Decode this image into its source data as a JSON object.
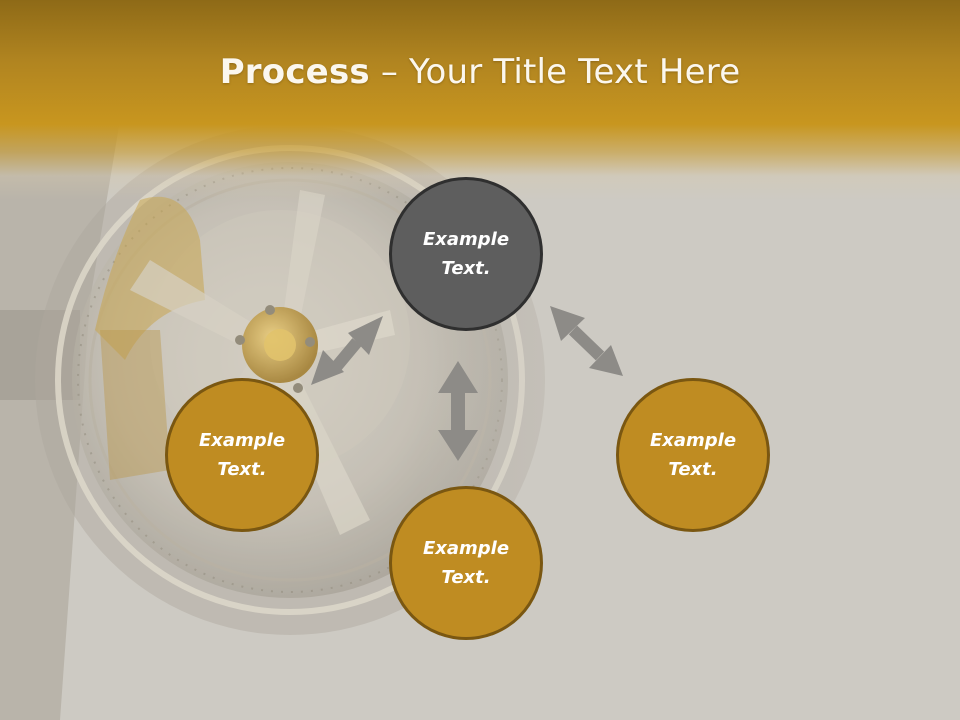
{
  "slide": {
    "title_bold": "Process",
    "title_rest": " – Your Title Text Here"
  },
  "diagram": {
    "nodes": [
      {
        "id": "top",
        "label": "Example\nText.",
        "color": "#5e5e5e"
      },
      {
        "id": "left",
        "label": "Example\nText.",
        "color": "#bf8c22"
      },
      {
        "id": "bottom",
        "label": "Example\nText.",
        "color": "#bf8c22"
      },
      {
        "id": "right",
        "label": "Example\nText.",
        "color": "#bf8c22"
      }
    ],
    "connectors": [
      {
        "from": "top",
        "to": "left",
        "type": "double-arrow"
      },
      {
        "from": "top",
        "to": "bottom",
        "type": "double-arrow"
      },
      {
        "from": "top",
        "to": "right",
        "type": "double-arrow"
      }
    ],
    "arrow_color": "#8d8b87"
  },
  "background": {
    "image": "car-wheel-photo",
    "header_color": "#c8961f"
  }
}
